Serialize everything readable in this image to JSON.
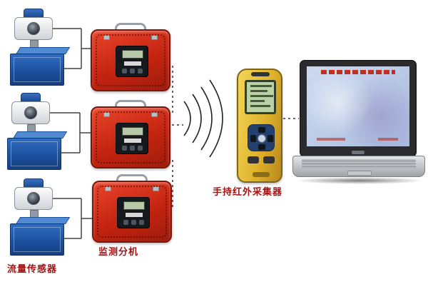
{
  "diagram": {
    "labels": {
      "flow_sensor": "流量传感器",
      "monitor_unit": "监测分机",
      "handheld_collector": "手持红外采集器"
    },
    "components": {
      "flow_sensor_count": 3,
      "monitor_unit_count": 3,
      "handheld_count": 1,
      "laptop_count": 1,
      "wireless_arc_count": 4
    },
    "colors": {
      "monitor_box": "#c42410",
      "sensor_box": "#1b4f9c",
      "handheld_body": "#ddb02a",
      "label_text": "#a31414",
      "background": "#ffffff"
    }
  }
}
